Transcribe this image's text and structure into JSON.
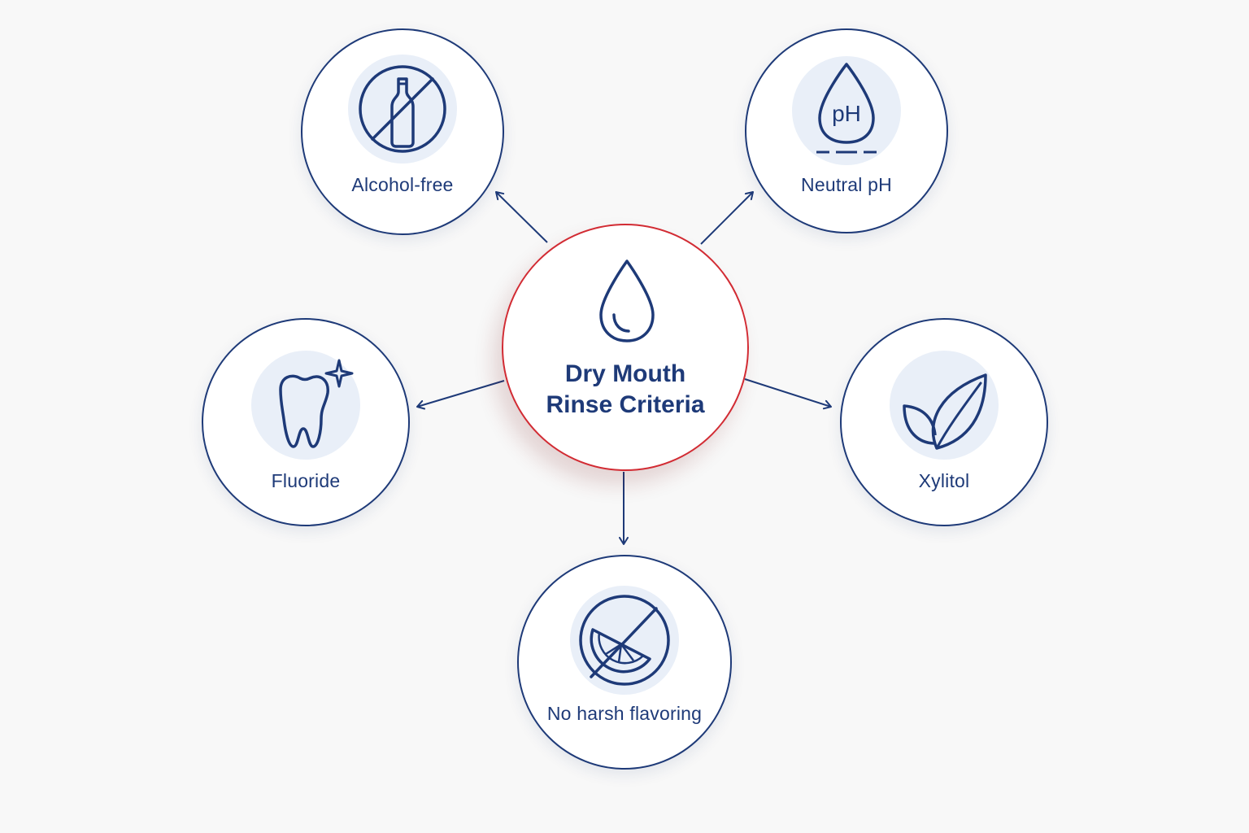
{
  "diagram": {
    "center": {
      "title_line1": "Dry Mouth",
      "title_line2": "Rinse Criteria",
      "icon": "water-drop-icon"
    },
    "criteria": [
      {
        "id": "alcohol-free",
        "label": "Alcohol-free",
        "icon": "no-alcohol-bottle-icon"
      },
      {
        "id": "neutral-ph",
        "label": "Neutral pH",
        "icon": "ph-drop-icon",
        "icon_text": "pH"
      },
      {
        "id": "fluoride",
        "label": "Fluoride",
        "icon": "sparkling-tooth-icon"
      },
      {
        "id": "xylitol",
        "label": "Xylitol",
        "icon": "leaf-icon"
      },
      {
        "id": "no-harsh-flavoring",
        "label": "No harsh flavoring",
        "icon": "no-citrus-icon"
      }
    ]
  },
  "colors": {
    "navy": "#1e3a78",
    "accent_red": "#d22b33",
    "halo": "#e9eff8",
    "background": "#f8f8f8"
  }
}
